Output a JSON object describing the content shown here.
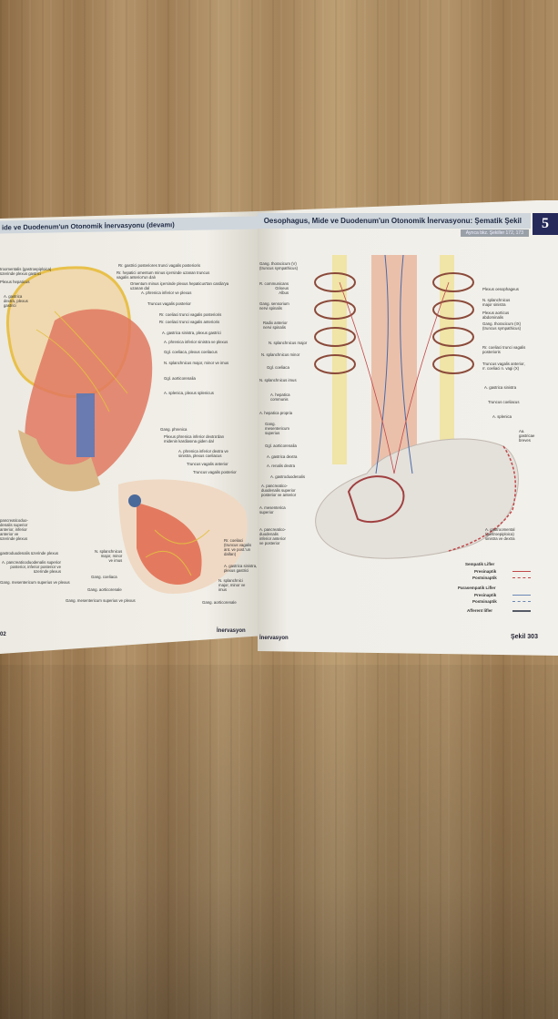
{
  "left_page": {
    "header": "ide ve Duodenum'un Otonomik İnervasyonu (devamı)",
    "labels": [
      "Rr. gastrici posteriores trunci vagalis posterioris",
      "Rr. hepatici omentum minus içersinde uzanan truncus\nvagalis anterior'un dalı",
      "Omentum minus içersinde plexus hepaticus'tan cardia'ya\nuzanan dal",
      "A. phrenica inferior ve plexus",
      "Truncus vagalis posterior",
      "Rr. coeliaci trunci vagalis posterioris",
      "Rr. coeliaci trunci vagalis anterioris",
      "A. gastrica sinistra, plexus gastrici",
      "A. phrenica inferior sinistra ve plexus",
      "Ggl. coeliaca, plexus coeliacus",
      "N. splanchnicus major, minor ve imus",
      "Ggl. aorticorenalia",
      "A. splenica, plexus splenicus",
      "troomentalis (gastroepiploica)\nüzerinde plexus gastrici",
      "Plexus hepaticus",
      "A. gastrica\ndextra, plexus\ngastrici",
      "pancreaticoduo-\ndenalis superior\nanterior, inferior\nanterior ve\nüzerinde plexus",
      "gastroduodenalis üzerinde plexus",
      "A. pancreaticoduodenalis superior\nposterior, inferior posterior ve\nüzerinde plexus",
      "Gang. mesentericum superius ve plexus",
      "Gang. phrenica",
      "Plexus phrenica inferior dextra'dan\nmidenin kardiasına giden dal",
      "A. phrenica inferior dextra ve\nsinistra, plexus coeliacus",
      "Truncus vagalis anterior",
      "Truncus vagalis posterior",
      "Rr. coeliaci\n(truncus vagalis\nant. ve post.'un\ndalları)",
      "A. gastrica sinistra,\nplexus gastrici",
      "N. splanchnici\nmajor, minor ve\nimus",
      "N. splanchnicus\nmajor, minor\nve imus",
      "Gang. coeliaca",
      "Gang. aorticorenale",
      "Gang. mesentericum superius ve plexus",
      "Gang. aorticorenale"
    ],
    "footer_page": "02",
    "footer_section": "İnervasyon"
  },
  "right_page": {
    "header": "Oesophagus, Mide ve Duodenum'un Otonomik İnervasyonu: Şematik Şekil",
    "chapter": "5",
    "see_also": "Ayrıca bkz. Şekiller 172, 173",
    "labels_left": [
      "Gang. thoracicum (V)\n(truncus sympathicus)",
      "R. communicans\nGriseus\nAlbus",
      "Gang. sensorium\nnervi spinalis",
      "Radix anterior\nnervi spinalis",
      "N. splanchnicus major",
      "N. splanchnicus minor",
      "Ggl. coeliaca",
      "N. splanchnicus imus",
      "A. hepatica\ncommunis",
      "A. hepatica propria",
      "Gang.\nmesentericum\nsuperius",
      "Ggl. aorticorenalia",
      "A. gastrica dextra",
      "A. renalis dextra",
      "A. gastroduodenalis",
      "A. pancreatico-\nduodenalis superior\nposterior ve anterior",
      "A. mesenterica\nsuperior",
      "A. pancreatico-\nduodenalis\ninferior anterior\nve posterior"
    ],
    "labels_right": [
      "Plexus oesophageus",
      "N. splanchnicus\nmajor sinistra",
      "Plexus aorticus\nabdominalis",
      "Gang. thoracicum (IX)\n(truncus sympathicus)",
      "Rr. coeliaci trunci vagalis\nposterioris",
      "Truncus vagalis anterior,\nrr. coeliaci n. vagi (X)",
      "A. gastrica sinistra",
      "Truncus coeliacus",
      "A. splenica",
      "Aa.\ngastricae\nbreves",
      "A. gastroomental\n(gastroepiploica)\nsinistra ve dextra"
    ],
    "legend": {
      "sympathetic": "Sempatik Lifler",
      "sym_pre": "Presinaptik",
      "sym_post": "Postsinaptik",
      "parasympathetic": "Parasempatik Lifler",
      "para_pre": "Presinaptik",
      "para_post": "Postsinaptik",
      "afferent": "Afferent lifler",
      "colors": {
        "sympathetic": "#c0484a",
        "parasympathetic": "#6a88b8",
        "afferent": "#555a66"
      }
    },
    "footer_section": "İnervasyon",
    "figure": "Şekil 303"
  }
}
